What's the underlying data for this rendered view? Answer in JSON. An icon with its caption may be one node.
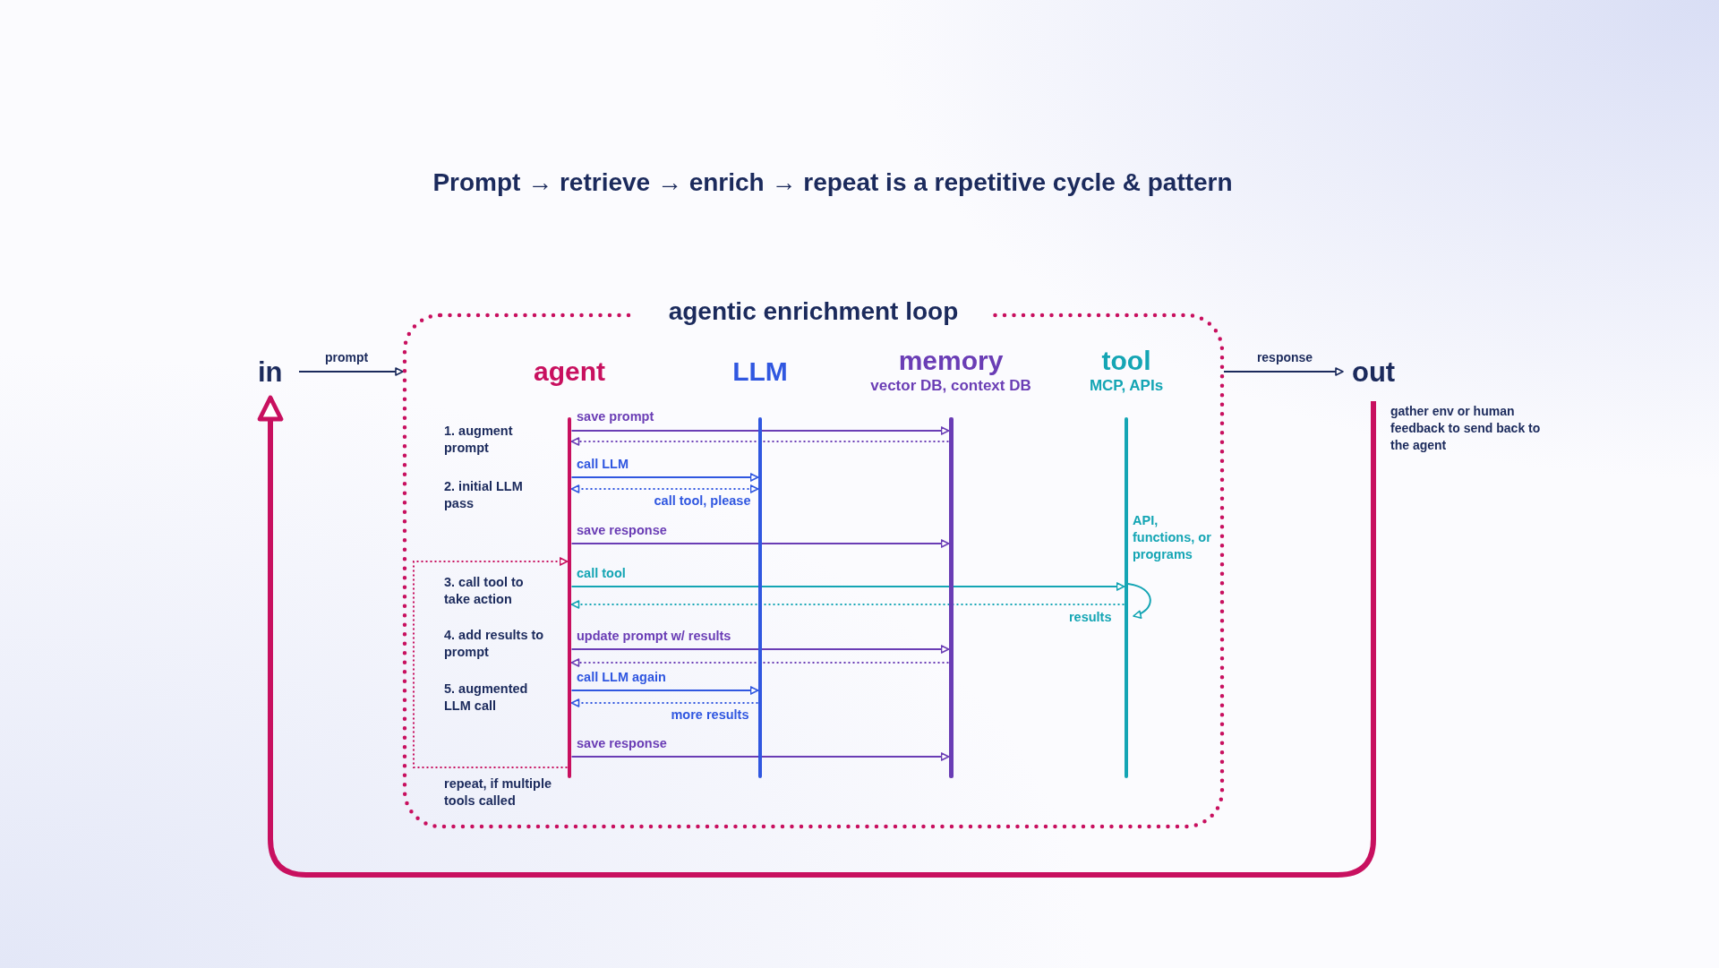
{
  "diagram": {
    "title": "Prompt → retrieve → enrich → repeat is a repetitive cycle & pattern",
    "nodes": [
      {
        "text": [
          "in"
        ]
      },
      {
        "text": [
          "agentic enrichment loop"
        ]
      },
      {
        "text": [
          "agent"
        ],
        "in": 1
      },
      {
        "text": [
          "LLM"
        ],
        "in": 1
      },
      {
        "text": [
          "memory",
          "vector DB, context DB"
        ],
        "in": 1
      },
      {
        "text": [
          "tool",
          "MCP, APIs"
        ],
        "in": 1
      },
      {
        "text": [
          "out"
        ]
      }
    ],
    "edges": [
      {
        "from": 0,
        "to": 1,
        "arrow": "to",
        "label": "prompt",
        "color": "#1b2a5c"
      },
      {
        "from": 1,
        "to": 6,
        "arrow": "to",
        "label": "response",
        "color": "#1b2a5c"
      },
      {
        "from": 2,
        "to": 4,
        "arrow": "to",
        "label": "save prompt"
      },
      {
        "from": 4,
        "to": 2,
        "arrow": "to",
        "style": "dashed"
      },
      {
        "from": 2,
        "to": 3,
        "arrow": "to",
        "label": "call LLM",
        "color": "#3057e0"
      },
      {
        "from": 3,
        "to": 2,
        "arrow": "both",
        "style": "dashed",
        "label": "call tool, please",
        "color": "#3057e0"
      },
      {
        "from": 2,
        "to": 4,
        "arrow": "to",
        "label": "save response"
      },
      {
        "from": 2,
        "to": 5,
        "arrow": "to",
        "label": "call tool",
        "color": "#14a5b4"
      },
      {
        "from": 5,
        "to": 2,
        "arrow": "to",
        "style": "dashed",
        "label": "results",
        "color": "#14a5b4"
      },
      {
        "from": 2,
        "to": 4,
        "arrow": "to",
        "label": "update prompt w/ results"
      },
      {
        "from": 4,
        "to": 2,
        "arrow": "to",
        "style": "dashed"
      },
      {
        "from": 2,
        "to": 3,
        "arrow": "to",
        "label": "call LLM again",
        "color": "#3057e0"
      },
      {
        "from": 3,
        "to": 2,
        "arrow": "to",
        "style": "dashed",
        "label": "more results",
        "color": "#3057e0"
      },
      {
        "from": 2,
        "to": 4,
        "arrow": "to",
        "label": "save response"
      },
      {
        "from": 2,
        "to": 2,
        "arrow": "to",
        "style": "dashed",
        "label": "repeat, if multiple tools called",
        "color": "#c8105f"
      },
      {
        "from": 6,
        "to": 0,
        "arrow": "to",
        "style": "thick",
        "label": "gather env or human feedback to send back to the agent",
        "color": "#c8105f"
      },
      {
        "from": 5,
        "to": 5,
        "arrow": "to",
        "label": "API, functions, or programs",
        "color": "#14a5b4"
      }
    ],
    "labels": [
      "1. augment prompt",
      "2. initial LLM pass",
      "3. call tool to take action",
      "4. add results to prompt",
      "5. augmented LLM call"
    ]
  }
}
